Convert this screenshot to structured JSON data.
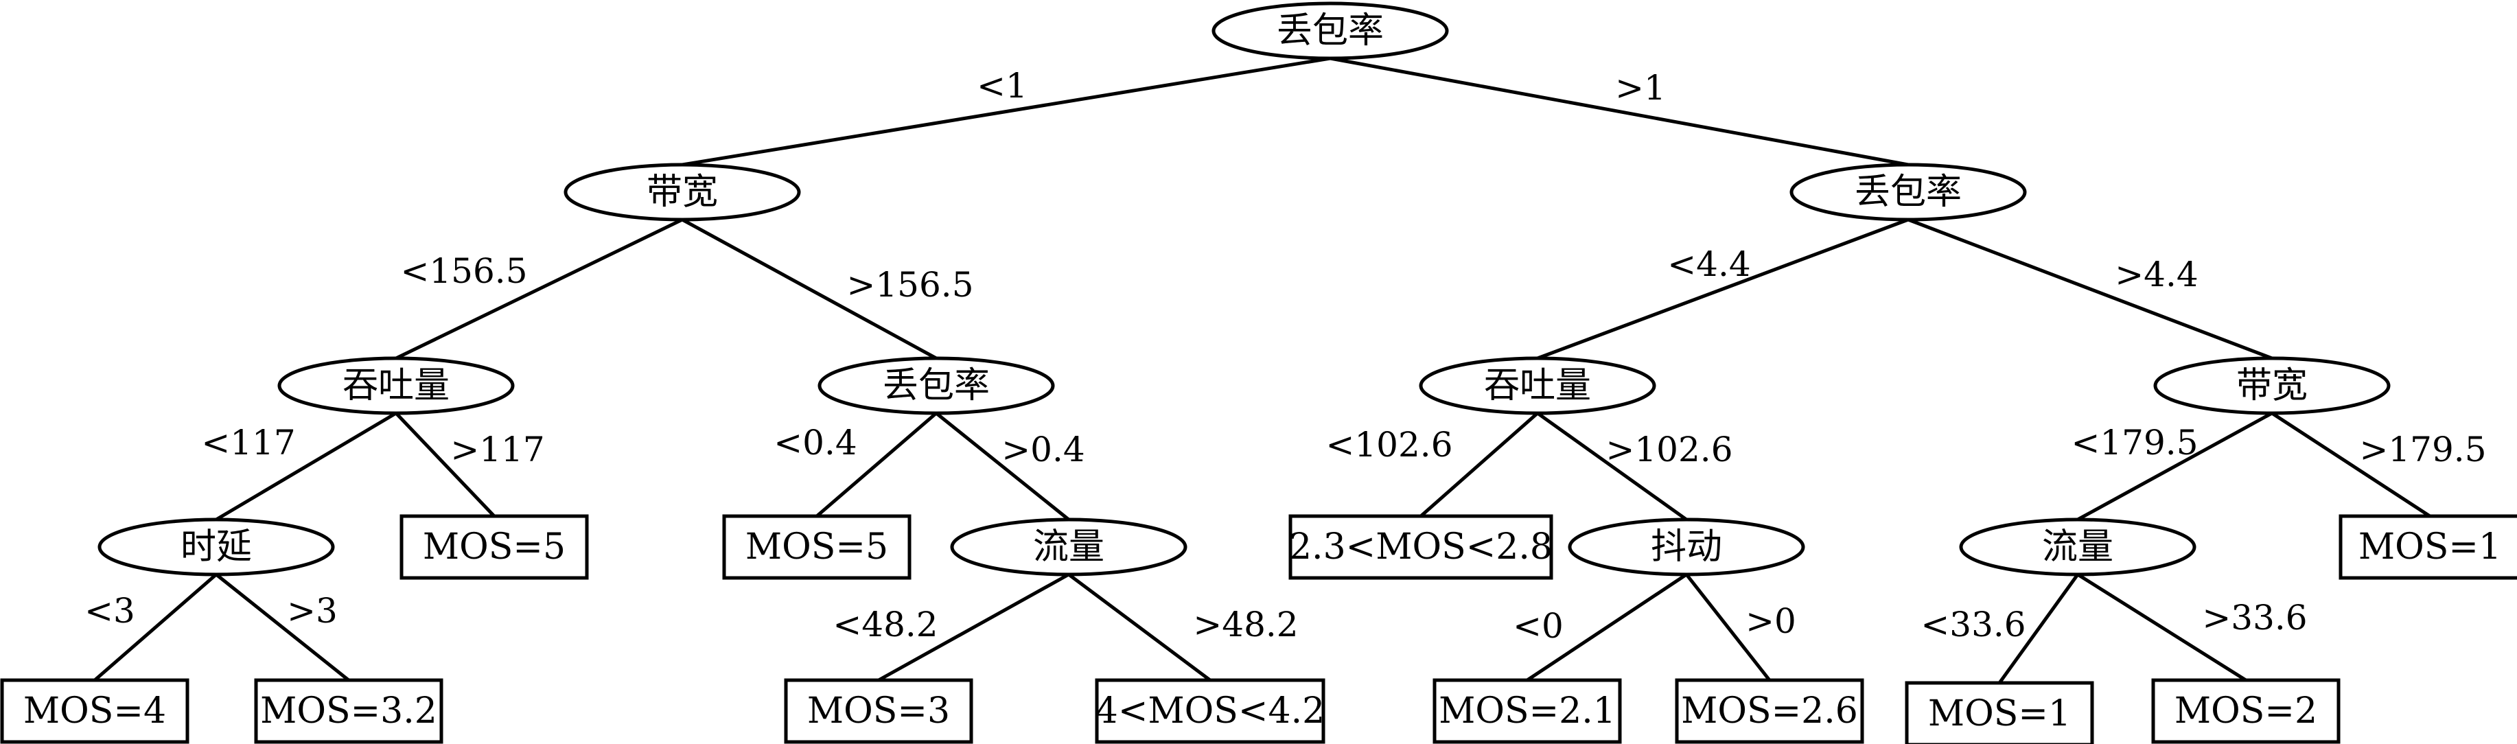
{
  "diagram": {
    "type": "decision-tree",
    "nodes": [
      {
        "id": "n0",
        "kind": "split",
        "label": "丢包率"
      },
      {
        "id": "n1",
        "kind": "split",
        "label": "带宽"
      },
      {
        "id": "n2",
        "kind": "split",
        "label": "丢包率"
      },
      {
        "id": "n3",
        "kind": "split",
        "label": "吞吐量"
      },
      {
        "id": "n4",
        "kind": "split",
        "label": "丢包率"
      },
      {
        "id": "n5",
        "kind": "split",
        "label": "吞吐量"
      },
      {
        "id": "n6",
        "kind": "split",
        "label": "带宽"
      },
      {
        "id": "n7",
        "kind": "split",
        "label": "时延"
      },
      {
        "id": "n8",
        "kind": "leaf",
        "label": "MOS=5"
      },
      {
        "id": "n9",
        "kind": "leaf",
        "label": "MOS=5"
      },
      {
        "id": "n10",
        "kind": "split",
        "label": "流量"
      },
      {
        "id": "n11",
        "kind": "leaf",
        "label": "2.3<MOS<2.8"
      },
      {
        "id": "n12",
        "kind": "split",
        "label": "抖动"
      },
      {
        "id": "n13",
        "kind": "split",
        "label": "流量"
      },
      {
        "id": "n14",
        "kind": "leaf",
        "label": "MOS=1"
      },
      {
        "id": "n15",
        "kind": "leaf",
        "label": "MOS=4"
      },
      {
        "id": "n16",
        "kind": "leaf",
        "label": "MOS=3.2"
      },
      {
        "id": "n17",
        "kind": "leaf",
        "label": "MOS=3"
      },
      {
        "id": "n18",
        "kind": "leaf",
        "label": "4<MOS<4.2"
      },
      {
        "id": "n19",
        "kind": "leaf",
        "label": "MOS=2.1"
      },
      {
        "id": "n20",
        "kind": "leaf",
        "label": "MOS=2.6"
      },
      {
        "id": "n21",
        "kind": "leaf",
        "label": "MOS=1"
      },
      {
        "id": "n22",
        "kind": "leaf",
        "label": "MOS=2"
      }
    ],
    "edges": [
      {
        "from": "n0",
        "to": "n1",
        "label": "<1"
      },
      {
        "from": "n0",
        "to": "n2",
        "label": ">1"
      },
      {
        "from": "n1",
        "to": "n3",
        "label": "<156.5"
      },
      {
        "from": "n1",
        "to": "n4",
        "label": ">156.5"
      },
      {
        "from": "n2",
        "to": "n5",
        "label": "<4.4"
      },
      {
        "from": "n2",
        "to": "n6",
        "label": ">4.4"
      },
      {
        "from": "n3",
        "to": "n7",
        "label": "<117"
      },
      {
        "from": "n3",
        "to": "n8",
        "label": ">117"
      },
      {
        "from": "n4",
        "to": "n9",
        "label": "<0.4"
      },
      {
        "from": "n4",
        "to": "n10",
        "label": ">0.4"
      },
      {
        "from": "n5",
        "to": "n11",
        "label": "<102.6"
      },
      {
        "from": "n5",
        "to": "n12",
        "label": ">102.6"
      },
      {
        "from": "n6",
        "to": "n13",
        "label": "<179.5"
      },
      {
        "from": "n6",
        "to": "n14",
        "label": ">179.5"
      },
      {
        "from": "n7",
        "to": "n15",
        "label": "<3"
      },
      {
        "from": "n7",
        "to": "n16",
        "label": ">3"
      },
      {
        "from": "n10",
        "to": "n17",
        "label": "<48.2"
      },
      {
        "from": "n10",
        "to": "n18",
        "label": ">48.2"
      },
      {
        "from": "n12",
        "to": "n19",
        "label": "<0"
      },
      {
        "from": "n12",
        "to": "n20",
        "label": ">0"
      },
      {
        "from": "n13",
        "to": "n21",
        "label": "<33.6"
      },
      {
        "from": "n13",
        "to": "n22",
        "label": ">33.6"
      }
    ]
  }
}
